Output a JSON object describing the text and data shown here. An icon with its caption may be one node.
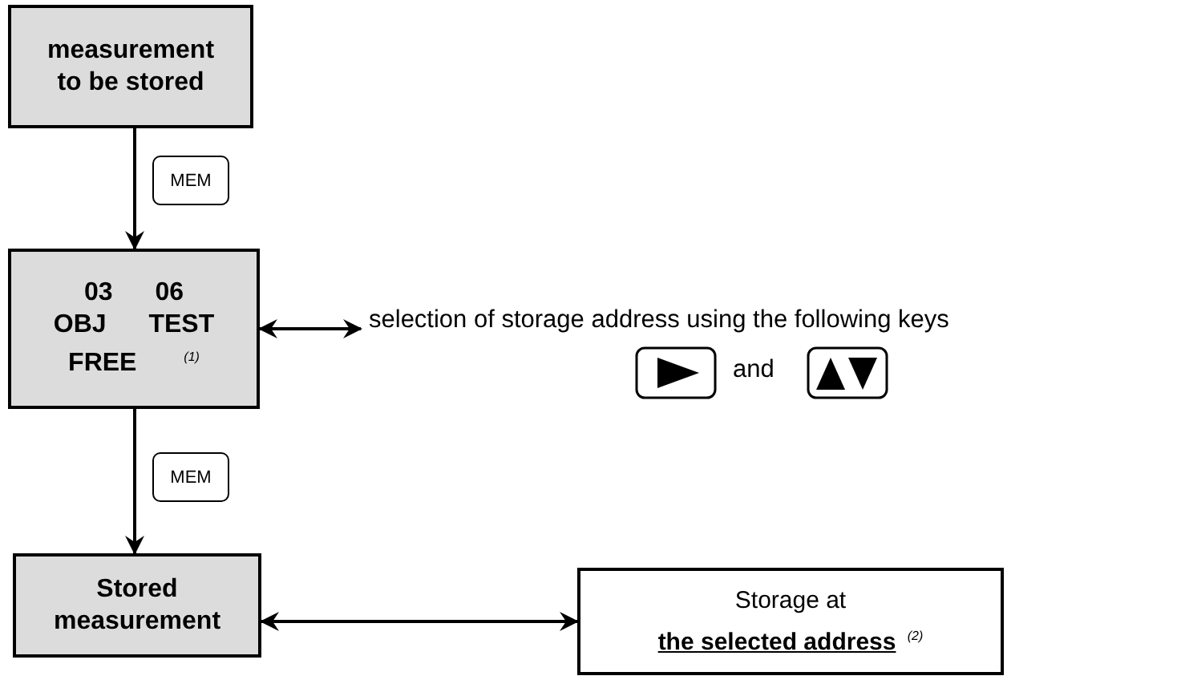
{
  "diagram": {
    "nodes": [
      {
        "text": [
          "measurement to be stored"
        ]
      },
      {
        "text": [
          "03 06",
          "OBJ TEST",
          "FREE $^{(1)}$"
        ]
      },
      {
        "text": [
          "Stored measurement"
        ]
      },
      {
        "text": [
          "selection of storage address using the following keys"
        ]
      },
      {
        "text": [
          "Storage at",
          "**the selected address** $^{(2)}$"
        ]
      }
    ],
    "edges": [
      {
        "from": 0,
        "to": 1,
        "arrow": "to",
        "label": "MEM"
      },
      {
        "from": 1,
        "to": 3,
        "arrow": "both"
      },
      {
        "from": 1,
        "to": 2,
        "arrow": "to",
        "label": "MEM"
      },
      {
        "from": 2,
        "to": 4,
        "arrow": "both"
      }
    ],
    "labels": [
      "and"
    ]
  }
}
